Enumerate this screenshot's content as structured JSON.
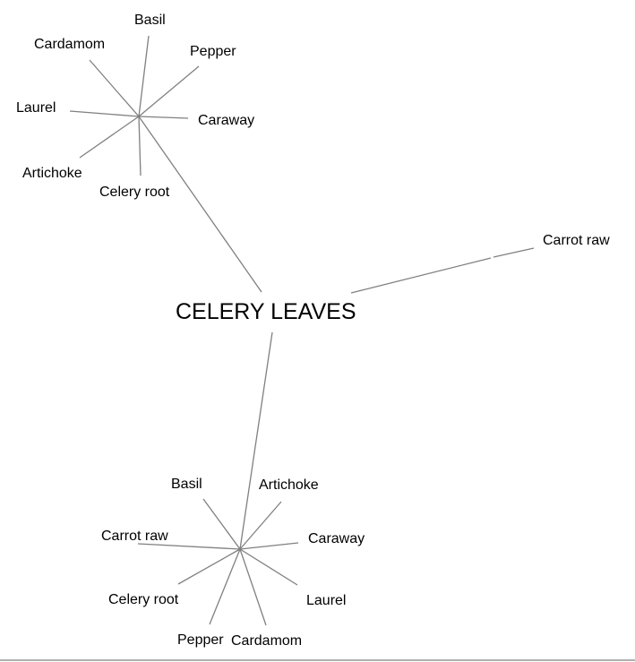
{
  "root": {
    "label": "CELERY LEAVES"
  },
  "top_cluster": {
    "labels": [
      "Basil",
      "Cardamom",
      "Pepper",
      "Laurel",
      "Caraway",
      "Artichoke",
      "Celery root"
    ]
  },
  "right_leaf": {
    "label": "Carrot raw"
  },
  "bottom_cluster": {
    "labels": [
      "Basil",
      "Artichoke",
      "Carrot raw",
      "Caraway",
      "Celery root",
      "Laurel",
      "Pepper",
      "Cardamom"
    ]
  }
}
